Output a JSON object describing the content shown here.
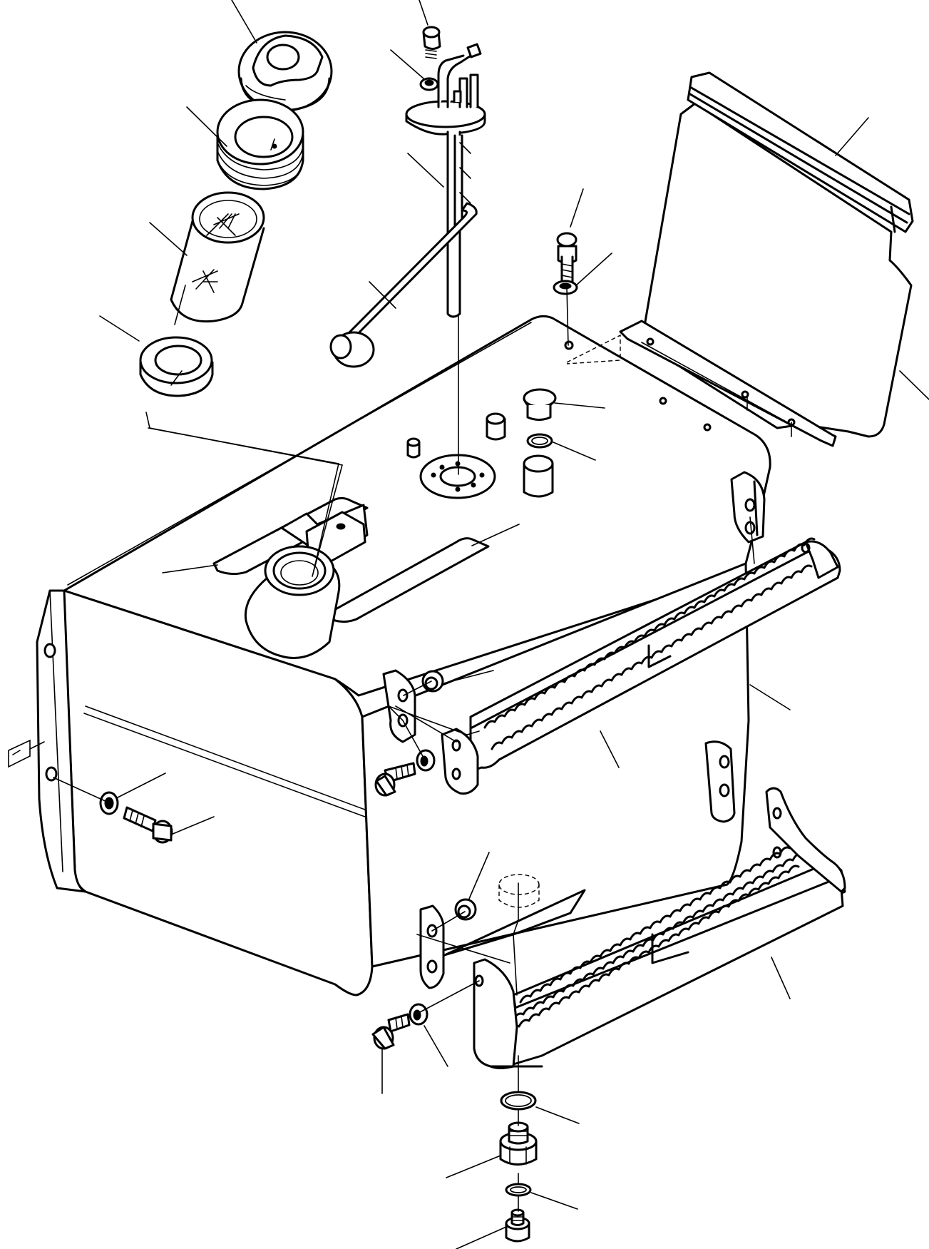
{
  "diagram": {
    "background": "#ffffff",
    "ink": "#000000",
    "leader_count": 30,
    "parts": [
      "filler-cap",
      "filler-neck-ring",
      "strainer-basket",
      "filler-seal-ring",
      "sender-screw",
      "sender-washer",
      "fuel-level-sender",
      "sender-float",
      "shield-bolt",
      "shield-washer",
      "heat-shield",
      "shield-edge-strip",
      "breather-plug",
      "breather-o-ring",
      "fuel-tank",
      "tank-decal",
      "bracket-spacer",
      "upper-step",
      "bracket-bolt",
      "bracket-washer",
      "side-bolt",
      "side-washer",
      "lower-step",
      "lower-spacer",
      "lower-bolt",
      "lower-washer",
      "drain-o-ring",
      "drain-fitting",
      "drain-seal",
      "drain-plug"
    ]
  }
}
